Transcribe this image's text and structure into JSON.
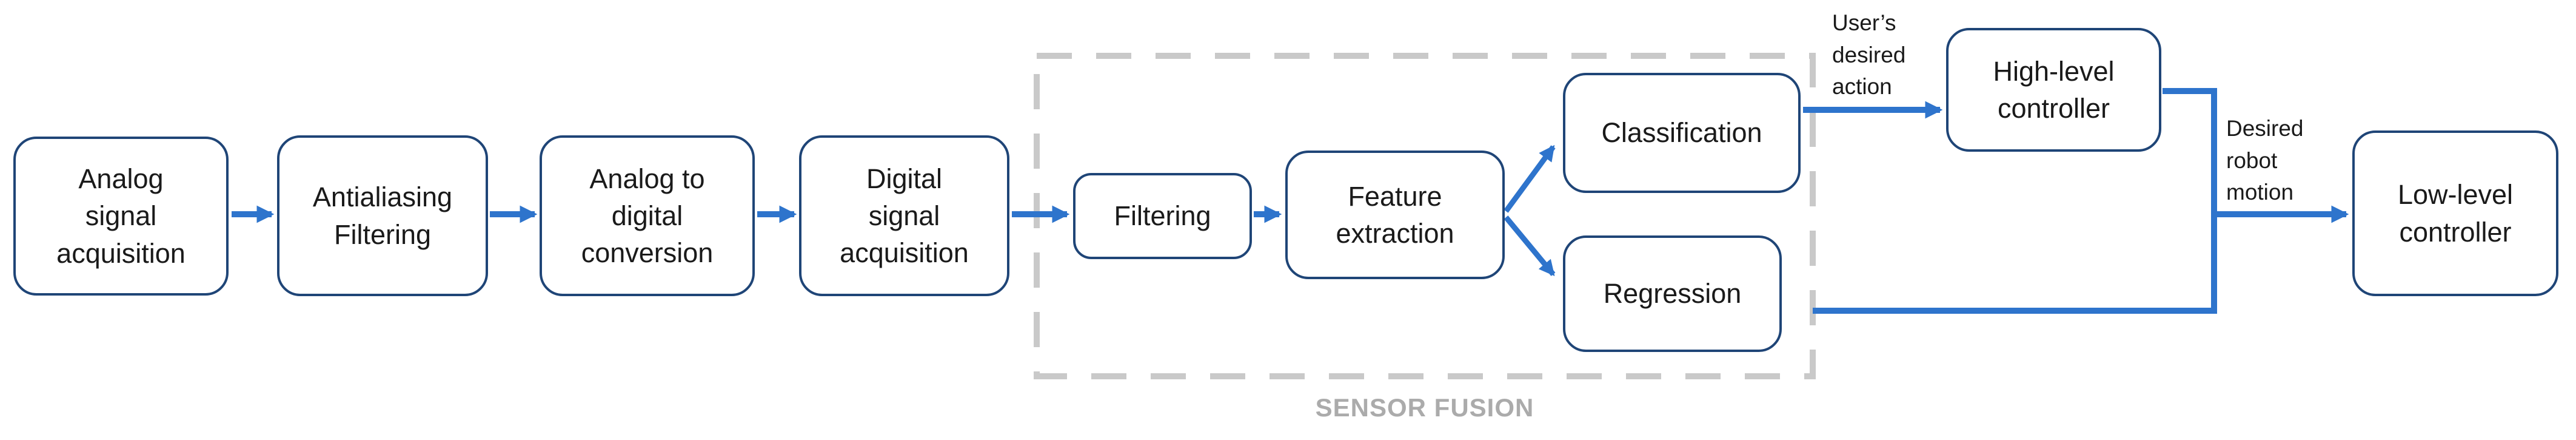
{
  "diagram": {
    "nodes": {
      "analog_signal_acquisition": "Analog\nsignal\nacquisition",
      "antialiasing_filtering": "Antialiasing\nFiltering",
      "analog_to_digital_conversion": "Analog to\ndigital\nconversion",
      "digital_signal_acquisition": "Digital\nsignal\nacquisition",
      "filtering": "Filtering",
      "feature_extraction": "Feature\nextraction",
      "classification": "Classification",
      "regression": "Regression",
      "high_level_controller": "High-level\ncontroller",
      "low_level_controller": "Low-level\ncontroller"
    },
    "edge_labels": {
      "users_desired_action": "User’s\ndesired\naction",
      "desired_robot_motion": "Desired\nrobot\nmotion"
    },
    "group": {
      "sensor_fusion_caption": "SENSOR FUSION"
    },
    "edges": [
      {
        "from": "analog_signal_acquisition",
        "to": "antialiasing_filtering"
      },
      {
        "from": "antialiasing_filtering",
        "to": "analog_to_digital_conversion"
      },
      {
        "from": "analog_to_digital_conversion",
        "to": "digital_signal_acquisition"
      },
      {
        "from": "digital_signal_acquisition",
        "to": "filtering"
      },
      {
        "from": "filtering",
        "to": "feature_extraction"
      },
      {
        "from": "feature_extraction",
        "to": "classification"
      },
      {
        "from": "feature_extraction",
        "to": "regression"
      },
      {
        "from": "classification",
        "to": "high_level_controller",
        "label": "User’s desired action"
      },
      {
        "from": "high_level_controller",
        "to": "low_level_controller",
        "label": "Desired robot motion"
      },
      {
        "from": "regression",
        "to": "low_level_controller",
        "label": "Desired robot motion"
      }
    ],
    "colors": {
      "box_border": "#1f4577",
      "arrow": "#2e74cc",
      "dashed_border": "#c9c9c9",
      "caption_gray": "#ababab",
      "text": "#1a1a1a",
      "background": "#ffffff"
    }
  }
}
